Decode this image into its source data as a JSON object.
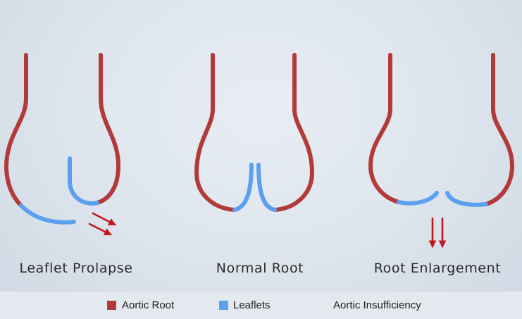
{
  "panels": [
    {
      "title": "Leaflet Prolapse"
    },
    {
      "title": "Normal Root"
    },
    {
      "title": "Root Enlargement"
    }
  ],
  "legend": {
    "root": {
      "label": "Aortic Root",
      "color": "#b23a3a"
    },
    "leaflets": {
      "label": "Leaflets",
      "color": "#5aa0ee"
    },
    "insufficiency": {
      "label": "Aortic Insufficiency",
      "color": "#c0191f"
    }
  },
  "colors": {
    "aortic_root": "#b23a3a",
    "leaflet": "#5aa0ee",
    "regurgitation_arrow": "#c0191f"
  }
}
